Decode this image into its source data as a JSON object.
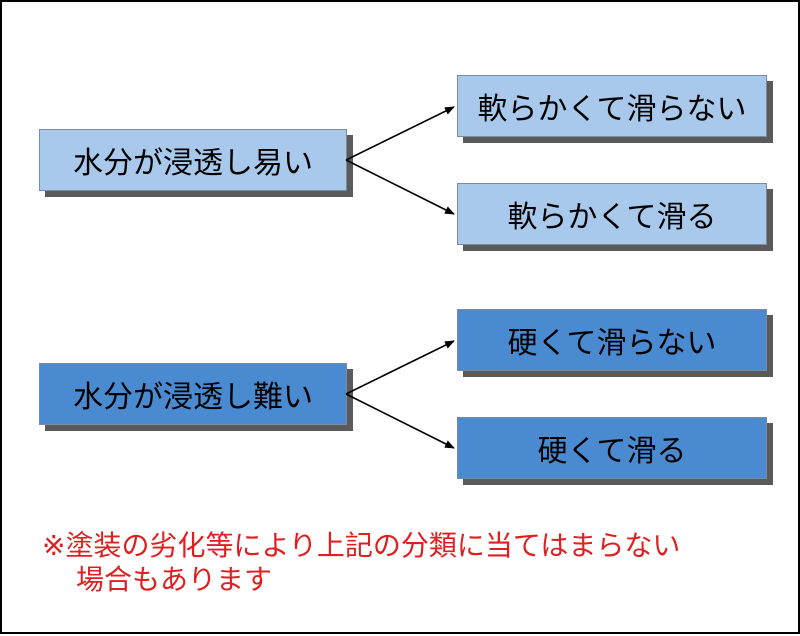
{
  "diagram": {
    "groups": [
      {
        "source": "水分が浸透し易い",
        "targets": [
          "軟らかくて滑らない",
          "軟らかくて滑る"
        ],
        "color": "#a8c9ec"
      },
      {
        "source": "水分が浸透し難い",
        "targets": [
          "硬くて滑らない",
          "硬くて滑る"
        ],
        "color": "#4a8ad0"
      }
    ],
    "note": {
      "line1": "※塗装の劣化等により上記の分類に当てはまらない",
      "line2": "場合もあります",
      "color": "#e02020"
    }
  }
}
